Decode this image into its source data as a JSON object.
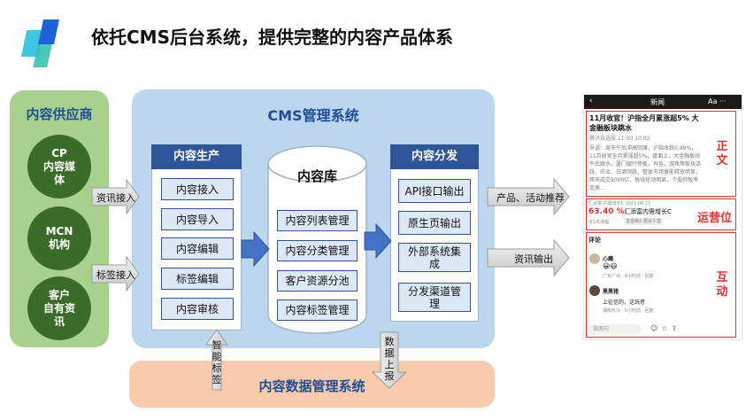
{
  "title": "依托CMS后台系统，提供完整的内容产品体系",
  "supplier": {
    "title": "内容供应商",
    "circles": [
      "CP\n内容媒\n体",
      "MCN\n机构",
      "客户\n自有资\n讯"
    ]
  },
  "cms": {
    "title": "CMS管理系统",
    "production": {
      "head": "内容生产",
      "items": [
        "内容接入",
        "内容导入",
        "内容编辑",
        "标签编辑",
        "内容审核"
      ]
    },
    "library": {
      "head": "内容库",
      "items": [
        "内容列表管理",
        "内容分类管理",
        "客户资源分池",
        "内容标签管理"
      ]
    },
    "distribution": {
      "head": "内容分发",
      "items": [
        "API接口输出",
        "原生页输出",
        "外部系统集\n成",
        "分发渠道管\n理"
      ]
    }
  },
  "data_platform": {
    "title": "内容数据管理系统"
  },
  "arrows": {
    "news_in": "资讯接入",
    "tag_in": "标签接入",
    "smart_tag": "智\n能\n标\n签",
    "data_report": "数\n据\n上\n报",
    "product_push": "产品、活动推荐",
    "news_out": "资讯输出"
  },
  "phone": {
    "header": "新闻",
    "header_icons": "Aa  ···",
    "headline": "11月收官！沪指全月累涨超5% 大金融板块跳水",
    "meta": "腾讯自选股    11:00 10:02",
    "body": "导语：周市午后冲高回落，沪指收跌0.49%，11月收官全月累涨超5%，盘面上，大金融板块午后跳水，厦门银行停板，有色、游戏等板块活跃，农业、白酒领跌，整体市场量能释放明显，两市成交9000亿，板块轮动明显，个股你板率走高…",
    "ad_small": "汇添富·内需增长C    2021.06.21",
    "ad_percent": "63.40 %",
    "ad_percent_note": "近1年涨幅",
    "ad_name": "汇添富内需增长C",
    "ad_tags": [
      "基金精选",
      "跟投牛基"
    ],
    "comments_label": "评论",
    "user1": "心瘾",
    "user1_meta": "广东广州 · 9小时前 · 回复",
    "user2": "黑黑猪",
    "user2_text": "上征信的，这玩意",
    "user2_meta": "湖南长沙 · 5小时前 · 回复",
    "input_placeholder": "说两句",
    "labels": {
      "main": "正\n文",
      "ops": "运营位",
      "interact": "互\n动"
    }
  },
  "colors": {
    "supplier_bg": "#a9d18e",
    "cms_bg": "#bcd6ee",
    "data_bg": "#f8cbad",
    "head_blue": "#2e5597",
    "accent_red": "#e0322d"
  }
}
